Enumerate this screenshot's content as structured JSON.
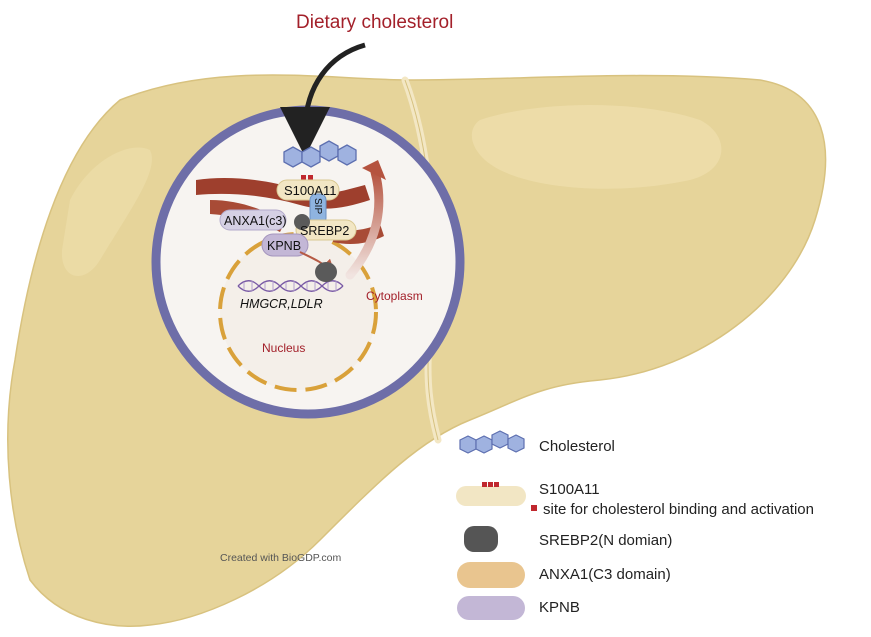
{
  "title": "Dietary cholesterol",
  "labels": {
    "s100a11": "S100A11",
    "sip": "SIP",
    "anxa1": "ANXA1(c3)",
    "srebp2": "SREBP2",
    "kpnb": "KPNB",
    "genes": "HMGCR,LDLR",
    "cytoplasm": "Cytoplasm",
    "nucleus": "Nucleus"
  },
  "legend": {
    "cholesterol": "Cholesterol",
    "s100a11": "S100A11",
    "s100a11_note": "site for cholesterol binding and activation",
    "srebp2": "SREBP2(N domian)",
    "anxa1": "ANXA1(C3 domain)",
    "kpnb": "KPNB"
  },
  "credit": "Created with BioGDP.com",
  "colors": {
    "liver": "#e6d49a",
    "cell_border": "#6e6ea8",
    "accent_red": "#a3202a",
    "nucleus_border": "#d9a13a",
    "cholesterol": "#9fb2e0",
    "s100a11": "#f2e6c4",
    "srebp2": "#5a5a5a",
    "anxa1": "#e9c58f",
    "kpnb": "#c3b7d6",
    "sip": "#8fb4e0"
  }
}
